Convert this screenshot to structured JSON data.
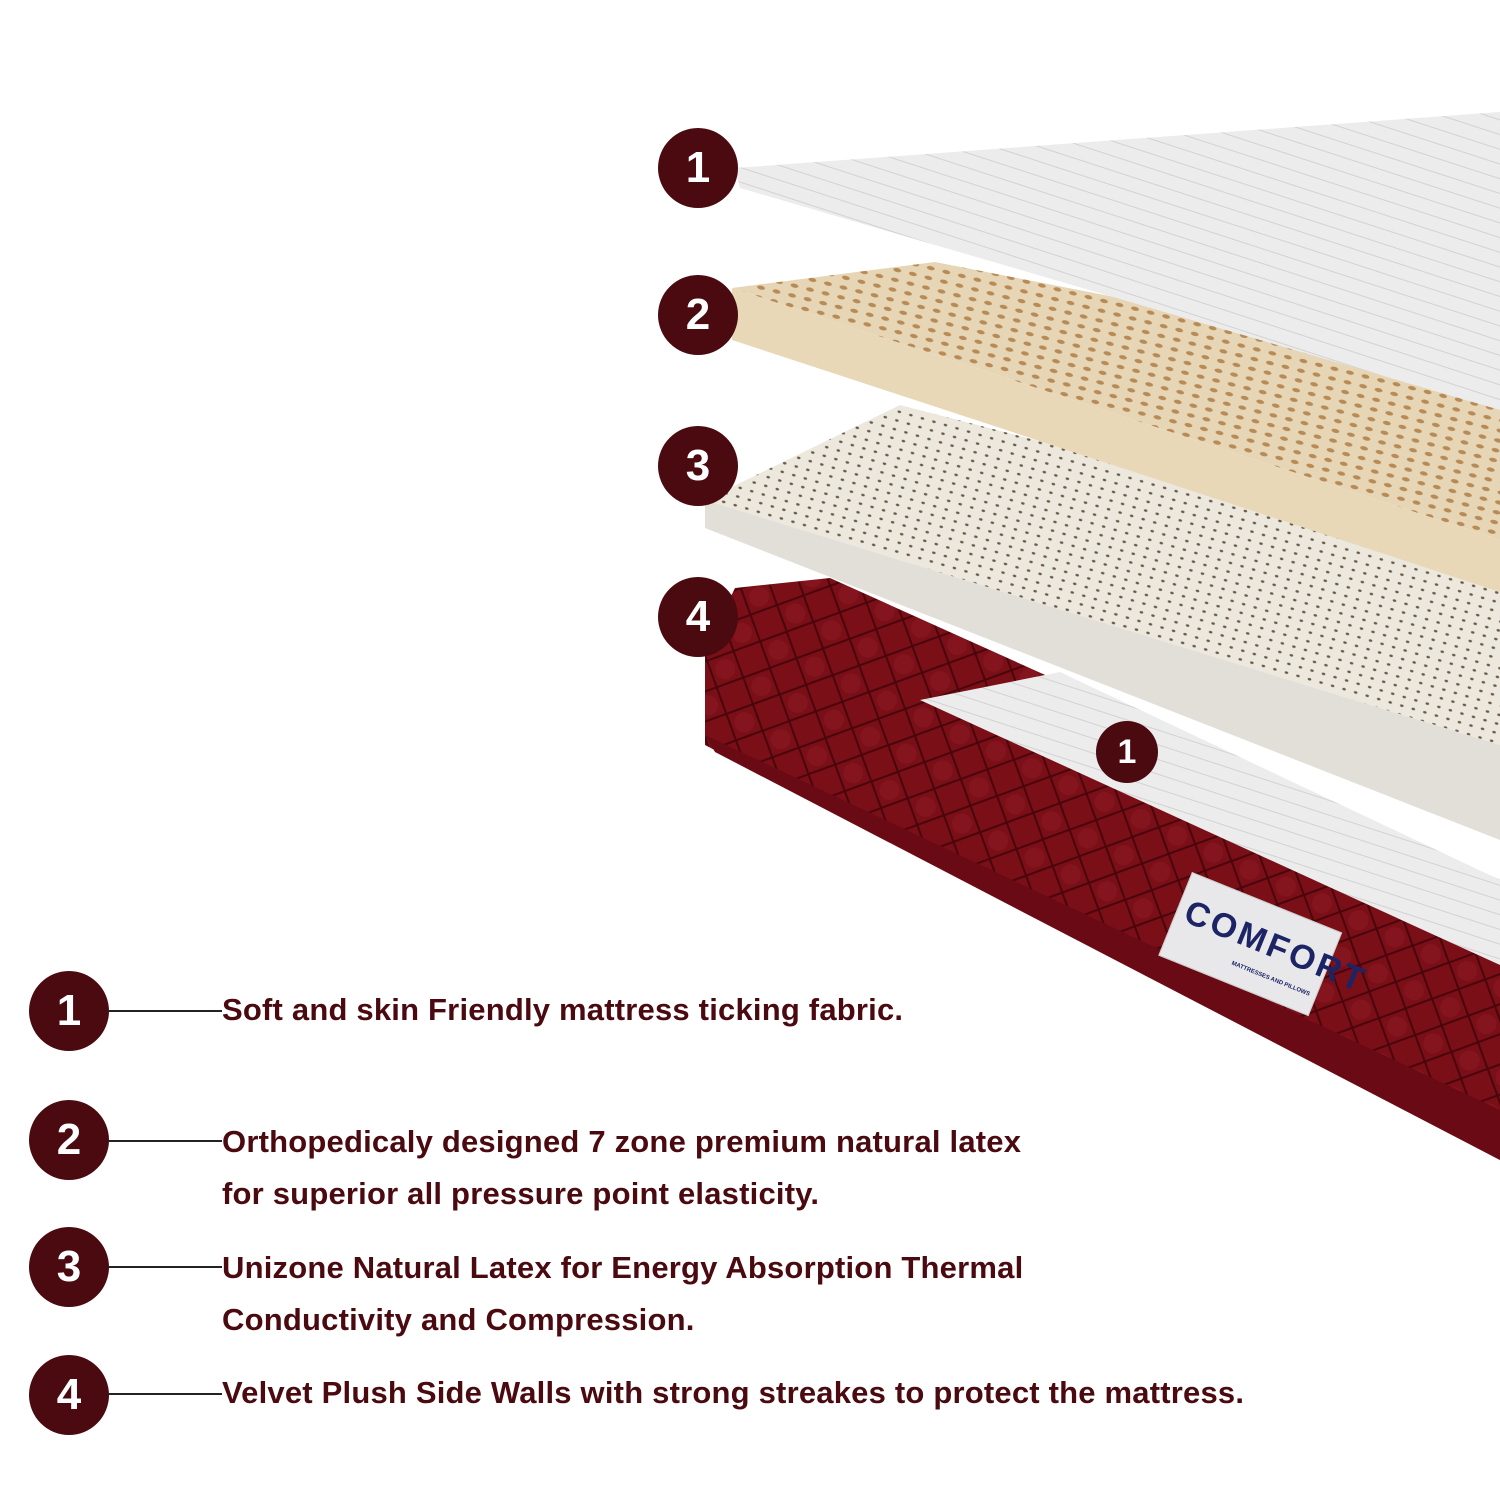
{
  "colors": {
    "accent": "#4a0a10",
    "velvet": "#7a0f18",
    "latex_tan": "#e4d0aa",
    "latex_cream": "#ebe8e2",
    "fabric": "#e9e9e9"
  },
  "diagram_badges": [
    "1",
    "2",
    "3",
    "4"
  ],
  "inner_badge": "1",
  "logo": {
    "brand": "COMFORT",
    "tagline": "MATTRESSES AND PILLOWS"
  },
  "features": [
    {
      "number": "1",
      "lines": [
        "Soft and skin Friendly mattress ticking fabric."
      ]
    },
    {
      "number": "2",
      "lines": [
        "Orthopedicaly designed 7 zone premium natural latex",
        "for superior all pressure point elasticity."
      ]
    },
    {
      "number": "3",
      "lines": [
        "Unizone Natural Latex for Energy Absorption Thermal",
        "Conductivity and Compression."
      ]
    },
    {
      "number": "4",
      "lines": [
        "Velvet Plush Side Walls with strong streakes to protect the mattress."
      ]
    }
  ]
}
